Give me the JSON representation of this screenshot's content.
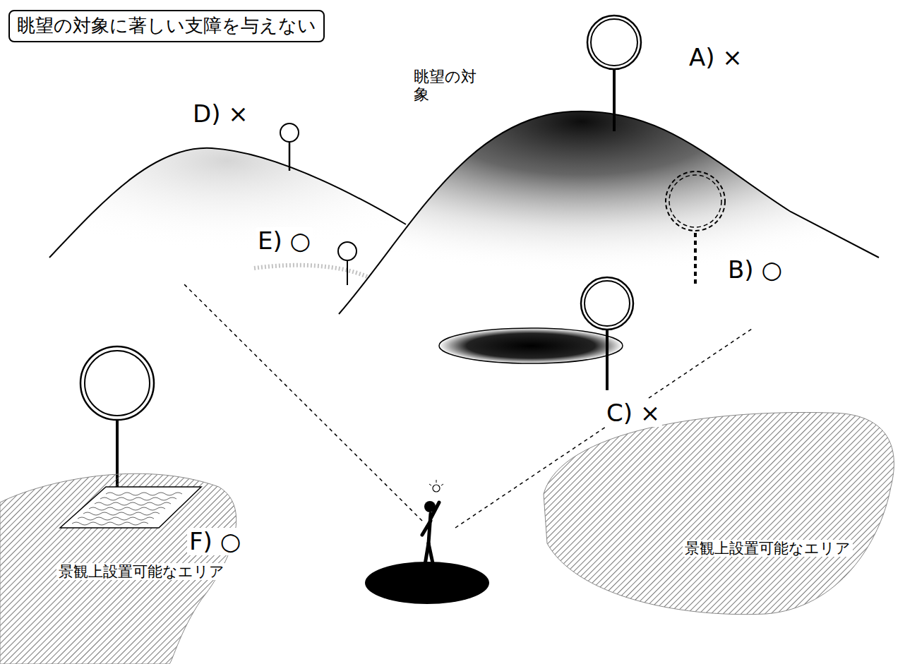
{
  "diagram": {
    "title": "眺望の対象に著しい支障を与えない",
    "nodes": [
      {
        "text": [
          "F) ○",
          "景観上設置可能なエリア"
        ]
      },
      {
        "text": [
          "景観上設置可能なエリア"
        ]
      }
    ],
    "labels": [
      "A) ×",
      "D) ×",
      "眺望の対象",
      "E) ○",
      "B) ○",
      "C) ×"
    ]
  }
}
